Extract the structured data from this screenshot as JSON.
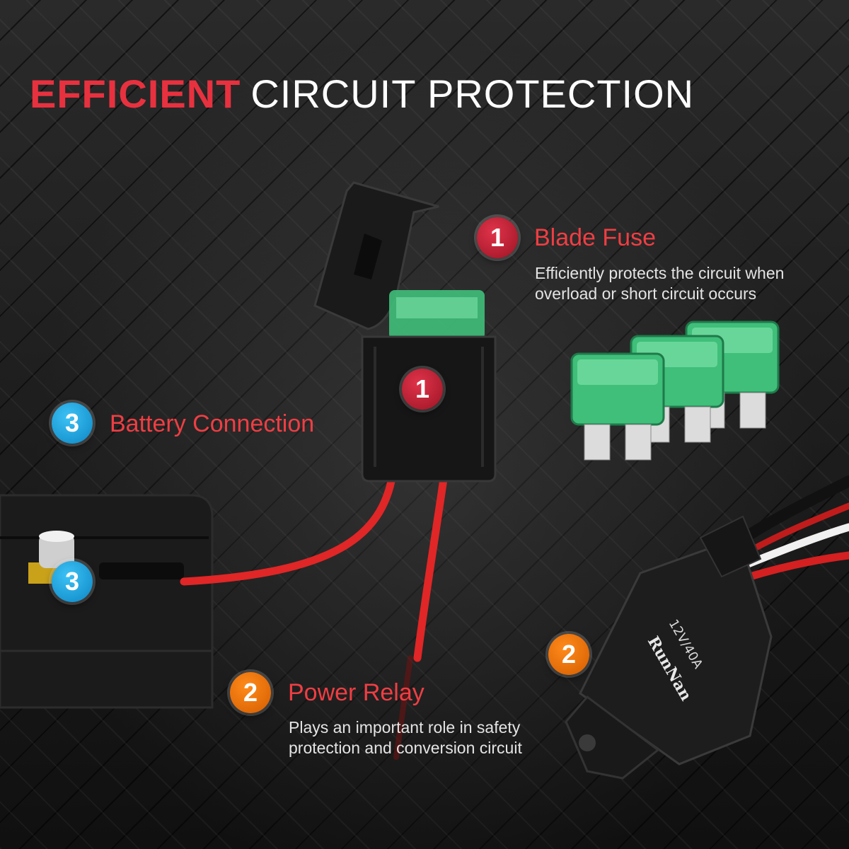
{
  "headline": {
    "accent": "EFFICIENT",
    "rest": "CIRCUIT PROTECTION"
  },
  "features": [
    {
      "number": "1",
      "title": "Blade Fuse",
      "description_lines": [
        "Efficiently protects the circuit when",
        "overload or short circuit occurs"
      ]
    },
    {
      "number": "2",
      "title": "Power Relay",
      "description_lines": [
        "Plays an important role in safety",
        "protection and conversion circuit"
      ]
    },
    {
      "number": "3",
      "title": "Battery Connection"
    }
  ],
  "product_markers": {
    "fuse": "1",
    "relay": "2",
    "battery": "3"
  },
  "relay_print": {
    "brand": "RunNan",
    "rating": "12V/40A"
  },
  "colors": {
    "accent_red": "#e8313f",
    "badge_red": "#c21f33",
    "badge_orange": "#f07a0e",
    "badge_blue": "#1aa6e3",
    "fuse_green": "#3fbf7a"
  }
}
